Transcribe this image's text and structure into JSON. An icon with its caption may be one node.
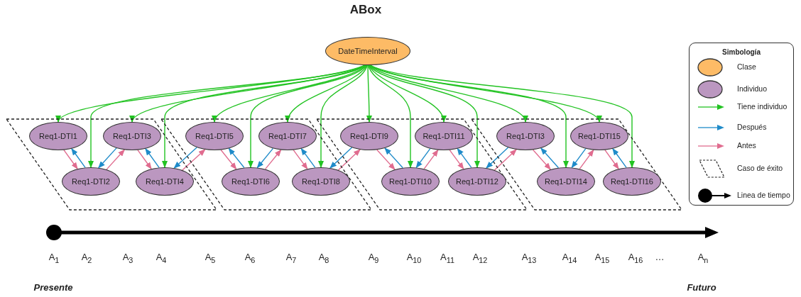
{
  "diagram": {
    "title": "ABox",
    "nodes": [
      {
        "text": [
          "DateTimeInterval"
        ]
      },
      {
        "text": [],
        "shape": "parallelogram"
      },
      {
        "text": [
          "Req1-DTI1"
        ],
        "in": 1
      },
      {
        "text": [
          "Req1-DTI2"
        ],
        "in": 1
      },
      {
        "text": [
          "Req1-DTI3"
        ],
        "in": 1
      },
      {
        "text": [
          "Req1-DTI4"
        ],
        "in": 1
      },
      {
        "text": [],
        "shape": "parallelogram"
      },
      {
        "text": [
          "Req1-DTI5"
        ],
        "in": 6
      },
      {
        "text": [
          "Req1-DTI6"
        ],
        "in": 6
      },
      {
        "text": [
          "Req1-DTI7"
        ],
        "in": 6
      },
      {
        "text": [
          "Req1-DTI8"
        ],
        "in": 6
      },
      {
        "text": [],
        "shape": "parallelogram"
      },
      {
        "text": [
          "Req1-DTI9"
        ],
        "in": 11
      },
      {
        "text": [
          "Req1-DTI10"
        ],
        "in": 11
      },
      {
        "text": [
          "Req1-DTI11"
        ],
        "in": 11
      },
      {
        "text": [
          "Req1-DTI12"
        ],
        "in": 11
      },
      {
        "text": [],
        "shape": "parallelogram"
      },
      {
        "text": [
          "Req1-DTI3"
        ],
        "in": 16
      },
      {
        "text": [
          "Req1-DTI14"
        ],
        "in": 16
      },
      {
        "text": [
          "Req1-DTI15"
        ],
        "in": 16
      },
      {
        "text": [
          "Req1-DTI16"
        ],
        "in": 16
      }
    ],
    "edges": [
      {
        "from": 0,
        "to": 2,
        "arrow": "to",
        "color": "#22c322"
      },
      {
        "from": 0,
        "to": 3,
        "arrow": "to",
        "color": "#22c322"
      },
      {
        "from": 0,
        "to": 4,
        "arrow": "to",
        "color": "#22c322"
      },
      {
        "from": 0,
        "to": 5,
        "arrow": "to",
        "color": "#22c322"
      },
      {
        "from": 0,
        "to": 7,
        "arrow": "to",
        "color": "#22c322"
      },
      {
        "from": 0,
        "to": 8,
        "arrow": "to",
        "color": "#22c322"
      },
      {
        "from": 0,
        "to": 9,
        "arrow": "to",
        "color": "#22c322"
      },
      {
        "from": 0,
        "to": 10,
        "arrow": "to",
        "color": "#22c322"
      },
      {
        "from": 0,
        "to": 12,
        "arrow": "to",
        "color": "#22c322"
      },
      {
        "from": 0,
        "to": 13,
        "arrow": "to",
        "color": "#22c322"
      },
      {
        "from": 0,
        "to": 14,
        "arrow": "to",
        "color": "#22c322"
      },
      {
        "from": 0,
        "to": 15,
        "arrow": "to",
        "color": "#22c322"
      },
      {
        "from": 0,
        "to": 17,
        "arrow": "to",
        "color": "#22c322"
      },
      {
        "from": 0,
        "to": 18,
        "arrow": "to",
        "color": "#22c322"
      },
      {
        "from": 0,
        "to": 19,
        "arrow": "to",
        "color": "#22c322"
      },
      {
        "from": 0,
        "to": 20,
        "arrow": "to",
        "color": "#22c322"
      },
      {
        "from": 2,
        "to": 3,
        "arrow": "to",
        "color": "#e06c8f"
      },
      {
        "from": 3,
        "to": 2,
        "arrow": "to",
        "color": "#1f8bc9"
      },
      {
        "from": 3,
        "to": 4,
        "arrow": "to",
        "color": "#e06c8f"
      },
      {
        "from": 4,
        "to": 3,
        "arrow": "to",
        "color": "#1f8bc9"
      },
      {
        "from": 4,
        "to": 5,
        "arrow": "to",
        "color": "#e06c8f"
      },
      {
        "from": 5,
        "to": 4,
        "arrow": "to",
        "color": "#1f8bc9"
      },
      {
        "from": 5,
        "to": 7,
        "arrow": "to",
        "color": "#e06c8f"
      },
      {
        "from": 7,
        "to": 5,
        "arrow": "to",
        "color": "#1f8bc9"
      },
      {
        "from": 7,
        "to": 8,
        "arrow": "to",
        "color": "#e06c8f"
      },
      {
        "from": 8,
        "to": 7,
        "arrow": "to",
        "color": "#1f8bc9"
      },
      {
        "from": 8,
        "to": 9,
        "arrow": "to",
        "color": "#e06c8f"
      },
      {
        "from": 9,
        "to": 8,
        "arrow": "to",
        "color": "#1f8bc9"
      },
      {
        "from": 9,
        "to": 10,
        "arrow": "to",
        "color": "#e06c8f"
      },
      {
        "from": 10,
        "to": 9,
        "arrow": "to",
        "color": "#1f8bc9"
      },
      {
        "from": 10,
        "to": 12,
        "arrow": "to",
        "color": "#e06c8f"
      },
      {
        "from": 12,
        "to": 10,
        "arrow": "to",
        "color": "#1f8bc9"
      },
      {
        "from": 12,
        "to": 13,
        "arrow": "to",
        "color": "#e06c8f"
      },
      {
        "from": 13,
        "to": 12,
        "arrow": "to",
        "color": "#1f8bc9"
      },
      {
        "from": 13,
        "to": 14,
        "arrow": "to",
        "color": "#e06c8f"
      },
      {
        "from": 14,
        "to": 13,
        "arrow": "to",
        "color": "#1f8bc9"
      },
      {
        "from": 14,
        "to": 15,
        "arrow": "to",
        "color": "#e06c8f"
      },
      {
        "from": 15,
        "to": 14,
        "arrow": "to",
        "color": "#1f8bc9"
      },
      {
        "from": 15,
        "to": 17,
        "arrow": "to",
        "color": "#e06c8f"
      },
      {
        "from": 17,
        "to": 15,
        "arrow": "to",
        "color": "#1f8bc9"
      },
      {
        "from": 17,
        "to": 18,
        "arrow": "to",
        "color": "#e06c8f"
      },
      {
        "from": 18,
        "to": 17,
        "arrow": "to",
        "color": "#1f8bc9"
      },
      {
        "from": 18,
        "to": 19,
        "arrow": "to",
        "color": "#e06c8f"
      },
      {
        "from": 19,
        "to": 18,
        "arrow": "to",
        "color": "#1f8bc9"
      },
      {
        "from": 19,
        "to": 20,
        "arrow": "to",
        "color": "#e06c8f"
      },
      {
        "from": 20,
        "to": 19,
        "arrow": "to",
        "color": "#1f8bc9"
      }
    ],
    "labels": [
      "Simbología",
      "A$_{1}$",
      "A$_{2}$",
      "A$_{3}$",
      "A$_{4}$",
      "A$_{5}$",
      "A$_{6}$",
      "A$_{7}$",
      "A$_{8}$",
      "A$_{9}$",
      "A$_{10}$",
      "A$_{11}$",
      "A$_{12}$",
      "A$_{13}$",
      "A$_{14}$",
      "A$_{15}$",
      "A$_{16}$",
      "…",
      "A$_{n}$",
      "Presente",
      "Futuro"
    ],
    "legend": [
      {
        "text": "Clase",
        "color": "#fdbb66"
      },
      {
        "text": "Individuo",
        "color": "#bb97c0"
      },
      {
        "text": "Tiene individuo"
      },
      {
        "text": "Después"
      },
      {
        "text": "Antes"
      },
      {
        "text": "Caso de éxito"
      },
      {
        "text": "Linea de tiempo"
      }
    ]
  }
}
